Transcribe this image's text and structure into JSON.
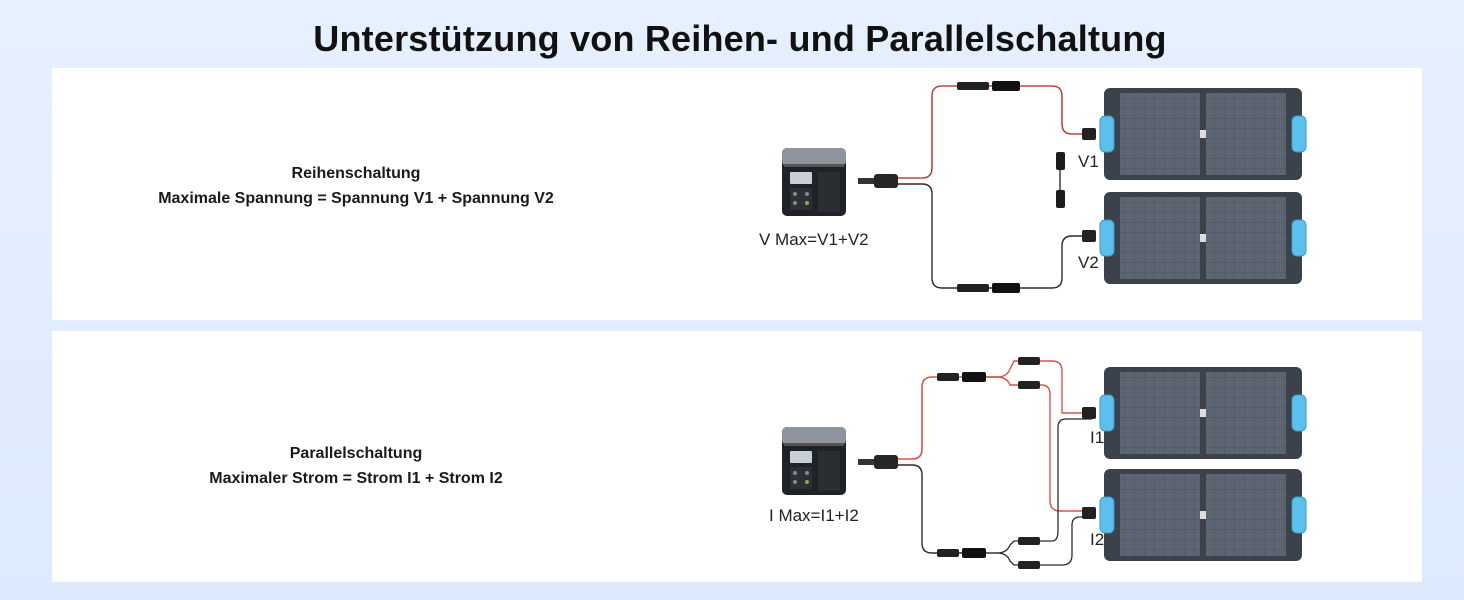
{
  "title": "Unterstützung von Reihen- und Parallelschaltung",
  "series": {
    "heading": "Reihenschaltung",
    "formula": "Maximale Spannung = Spannung V1 + Spannung V2",
    "station_label": "V Max=V1+V2",
    "panel1_label": "V1",
    "panel2_label": "V2"
  },
  "parallel": {
    "heading": "Parallelschaltung",
    "formula": "Maximaler Strom = Strom I1 + Strom I2",
    "station_label": "I Max=I1+I2",
    "panel1_label": "I1",
    "panel2_label": "I2"
  },
  "colors": {
    "positive_wire": "#d9534f",
    "negative_wire": "#2b2b2b",
    "panel_cell": "#5a6270",
    "panel_frame": "#3c424b",
    "handle": "#5bc0eb"
  }
}
